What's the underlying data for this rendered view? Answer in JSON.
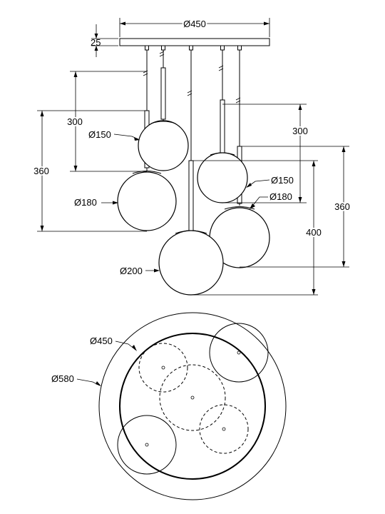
{
  "dimensions": {
    "canopy_width": "Ø450",
    "canopy_height": "25",
    "drop_left_upper": "300",
    "drop_left_total": "360",
    "drop_right_upper": "300",
    "drop_right_total": "360",
    "drop_right_longest": "400",
    "globe_left_upper": "Ø150",
    "globe_left_lower": "Ø180",
    "globe_right_upper": "Ø150",
    "globe_right_lower": "Ø180",
    "globe_center": "Ø200",
    "plan_inner": "Ø450",
    "plan_outer": "Ø580"
  }
}
